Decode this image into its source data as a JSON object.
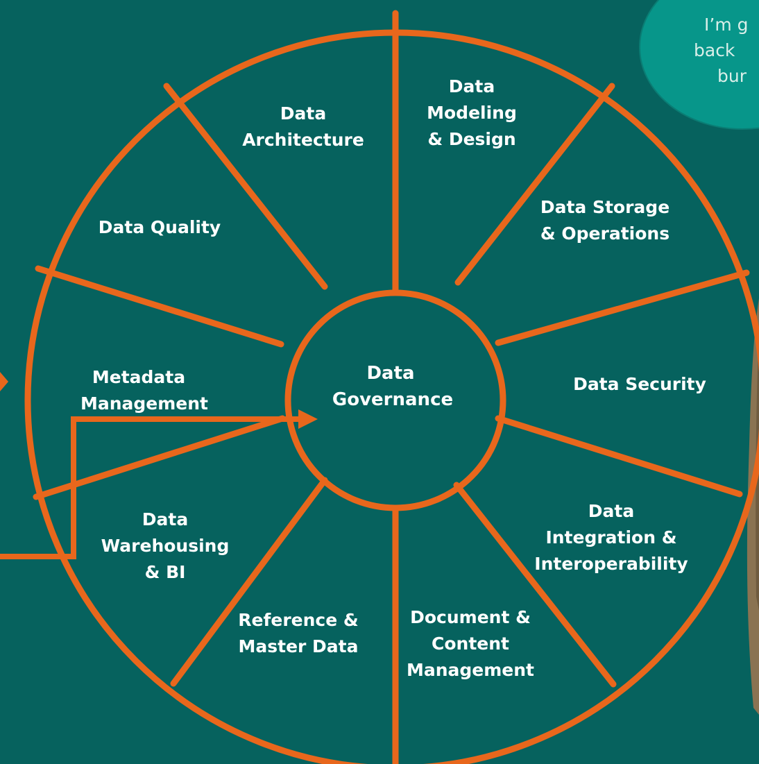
{
  "colors": {
    "background": "#06625e",
    "ring": "#e8671c",
    "label": "#ffffff",
    "bubble_fill": "#07968a",
    "bubble_text": "#d9efe9"
  },
  "center": {
    "lines": [
      "Data",
      "Governance"
    ]
  },
  "segments": [
    {
      "id": "data-architecture",
      "lines": [
        "Data",
        "Architecture"
      ]
    },
    {
      "id": "data-modeling-design",
      "lines": [
        "Data",
        "Modeling",
        "& Design"
      ]
    },
    {
      "id": "data-storage-operations",
      "lines": [
        "Data Storage",
        "& Operations"
      ]
    },
    {
      "id": "data-security",
      "lines": [
        "Data Security"
      ]
    },
    {
      "id": "data-integration-interoperability",
      "lines": [
        "Data",
        "Integration &",
        "Interoperability"
      ]
    },
    {
      "id": "document-content-management",
      "lines": [
        "Document &",
        "Content",
        "Management"
      ]
    },
    {
      "id": "reference-master-data",
      "lines": [
        "Reference &",
        "Master Data"
      ]
    },
    {
      "id": "data-warehousing-bi",
      "lines": [
        "Data",
        "Warehousing",
        "& BI"
      ]
    },
    {
      "id": "metadata-management",
      "lines": [
        "Metadata",
        "Management"
      ]
    },
    {
      "id": "data-quality",
      "lines": [
        "Data Quality"
      ]
    }
  ],
  "speech_bubble": {
    "lines": [
      "I’m g",
      "back",
      "bur"
    ]
  }
}
